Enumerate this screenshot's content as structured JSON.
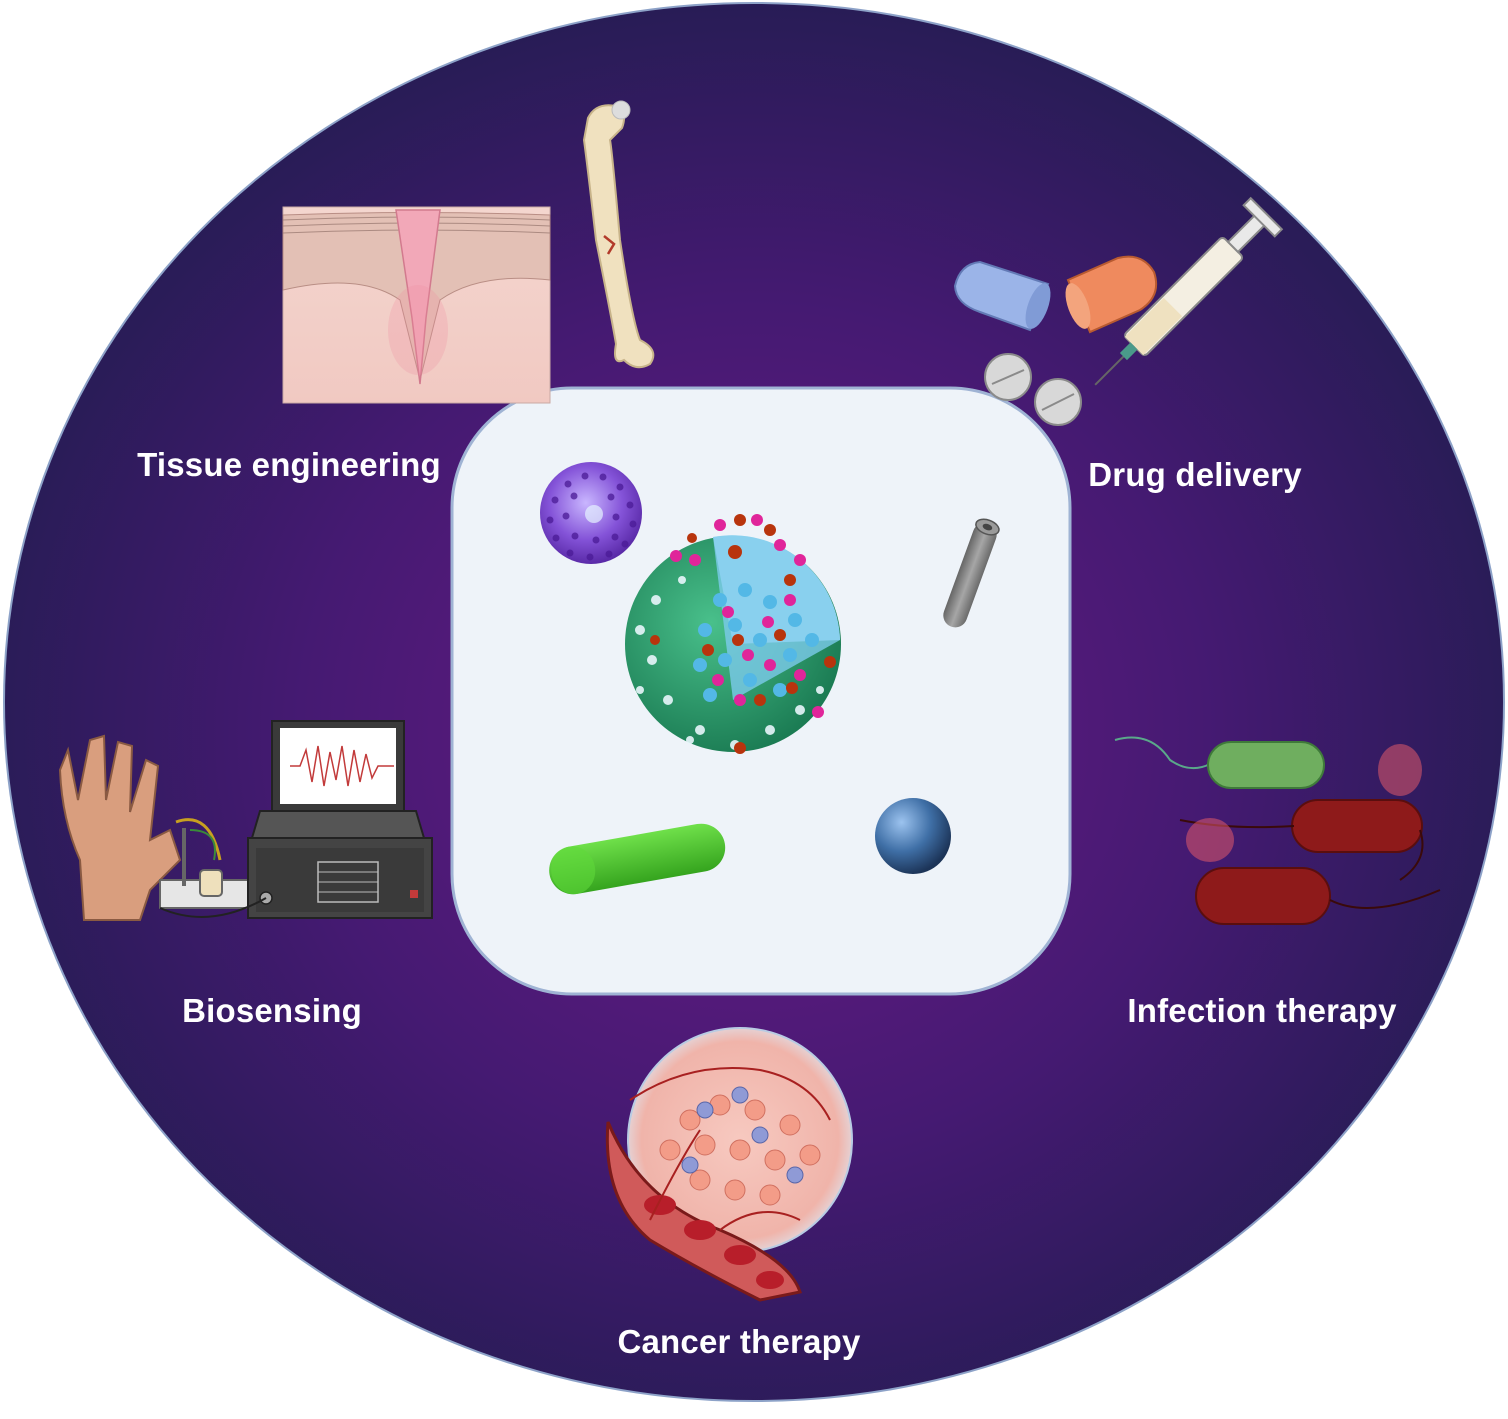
{
  "applications": {
    "tissue_engineering": "Tissue engineering",
    "drug_delivery": "Drug delivery",
    "biosensing": "Biosensing",
    "infection_therapy": "Infection therapy",
    "cancer_therapy": "Cancer therapy"
  },
  "colors": {
    "disc_outer": "#2b2058",
    "disc_inner": "#5a1a7a",
    "center_panel": "#eef3f9",
    "nanoparticle_shell": "#2a9a6a",
    "nanoparticle_core": "#4fb0e0",
    "rod_green": "#49c52e",
    "sphere_blue": "#3f6fa6",
    "tube_gray": "#8a8a8a",
    "porous_sphere": "#7c4fd0",
    "bacteria_red": "#8e1a1a",
    "bacteria_green": "#6fae5f"
  }
}
